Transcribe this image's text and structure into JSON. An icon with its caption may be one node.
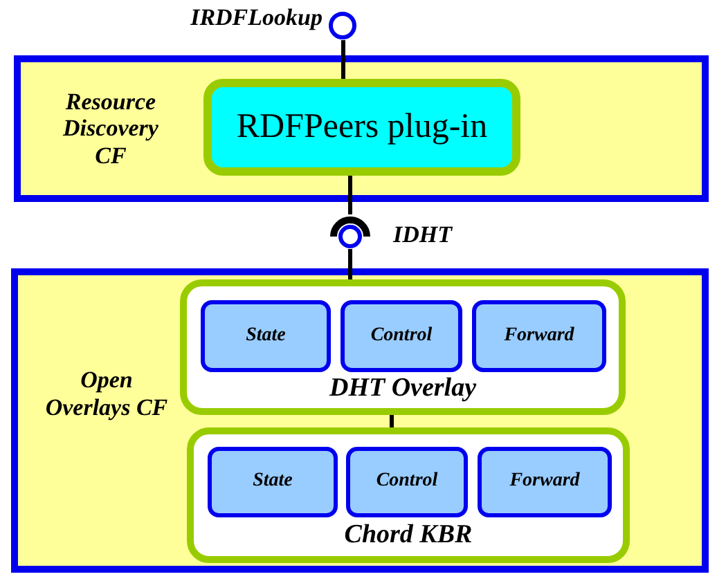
{
  "diagram": {
    "nodes": [
      {
        "text": [],
        "shape": "circle",
        "beside": [
          "IRDFLookup"
        ]
      },
      {
        "text": [
          "Resource Discovery CF"
        ]
      },
      {
        "text": [
          "RDFPeers plug-in"
        ],
        "in": 1
      },
      {
        "text": [],
        "shape": "circle",
        "beside": [
          "IDHT"
        ]
      },
      {
        "text": [
          "Open Overlays CF"
        ]
      },
      {
        "text": [
          "DHT Overlay"
        ],
        "in": 4
      },
      {
        "text": [
          "State"
        ],
        "in": 5
      },
      {
        "text": [
          "Control"
        ],
        "in": 5
      },
      {
        "text": [
          "Forward"
        ],
        "in": 5
      },
      {
        "text": [
          "Chord KBR"
        ],
        "in": 4
      },
      {
        "text": [
          "State"
        ],
        "in": 9
      },
      {
        "text": [
          "Control"
        ],
        "in": 9
      },
      {
        "text": [
          "Forward"
        ],
        "in": 9
      }
    ],
    "edges": [
      {
        "from": 0,
        "to": 2,
        "arrow": "none"
      },
      {
        "from": 2,
        "to": 3,
        "arrow": "none"
      },
      {
        "from": 3,
        "to": 5,
        "arrow": "none"
      },
      {
        "from": 5,
        "to": 9,
        "arrow": "none"
      }
    ]
  }
}
